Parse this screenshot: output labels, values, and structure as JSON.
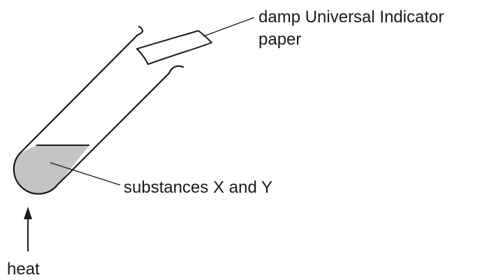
{
  "labels": {
    "indicator_line1": "damp Universal Indicator",
    "indicator_line2": "paper",
    "substances": "substances X and Y",
    "heat": "heat"
  },
  "colors": {
    "ink": "#1a1a1a",
    "mixture_fill": "#c4c4c4",
    "paper_fill": "#ffffff",
    "background": "#ffffff"
  }
}
